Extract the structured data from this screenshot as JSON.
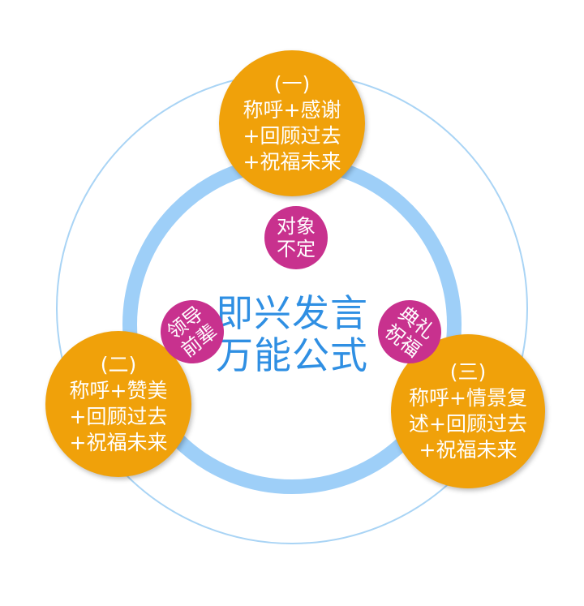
{
  "center_title": {
    "line1": "即兴发言",
    "line2": "万能公式"
  },
  "nodes": [
    {
      "lines": [
        "(一)",
        "称呼+感谢",
        "+回顾过去",
        "+祝福未来"
      ]
    },
    {
      "lines": [
        "(二)",
        "称呼+赞美",
        "+回顾过去",
        "+祝福未来"
      ]
    },
    {
      "lines": [
        "(三)",
        "称呼+情景复",
        "述+回顾过去",
        "+祝福未来"
      ]
    }
  ],
  "tags": [
    {
      "lines": [
        "对象",
        "不定"
      ]
    },
    {
      "lines": [
        "领导",
        "前辈"
      ]
    },
    {
      "lines": [
        "典礼",
        "祝福"
      ]
    }
  ],
  "colors": {
    "orange": "#f0a10a",
    "magenta": "#c8318e",
    "title_blue": "#2f8fe3",
    "thick_ring": "#9ecff8",
    "thin_ring": "#a9d4f5"
  }
}
